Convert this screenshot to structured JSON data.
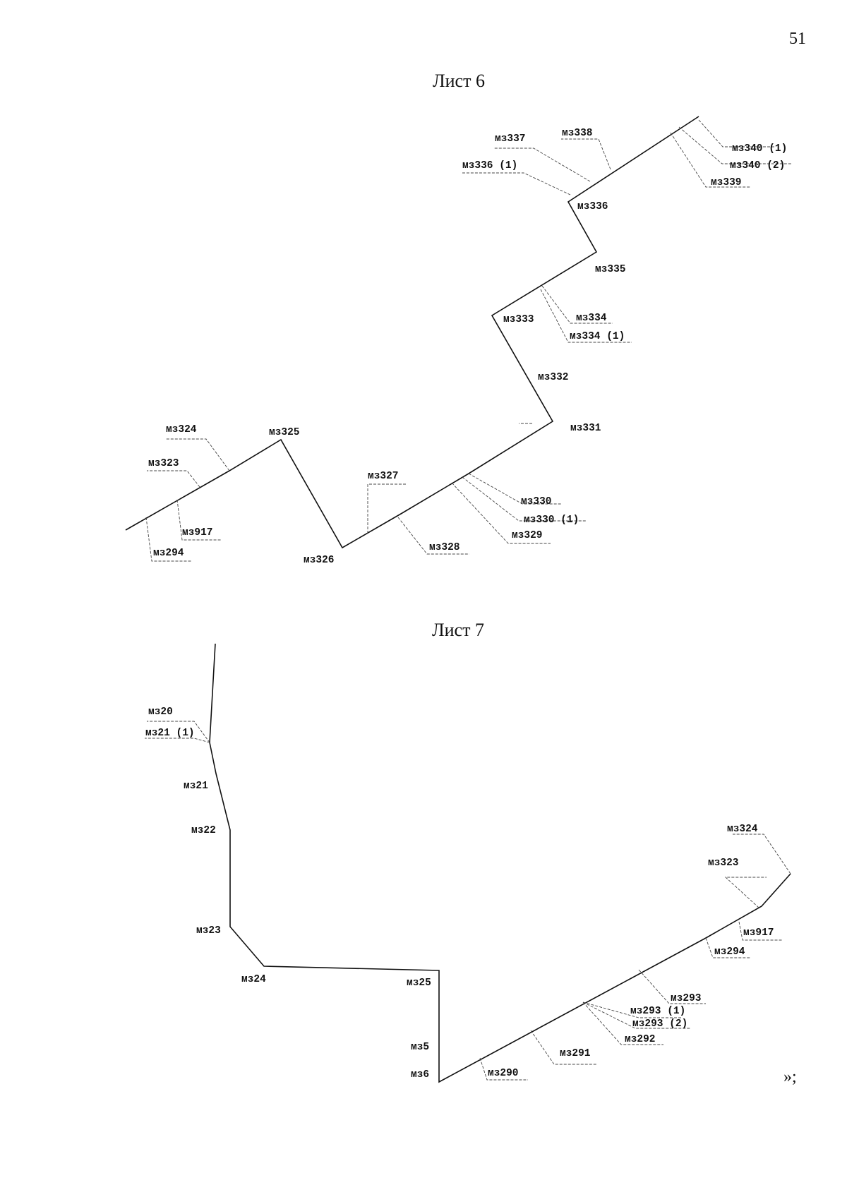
{
  "page_number": "51",
  "sheet6": {
    "title": "Лист 6",
    "labels": {
      "mz340_1": "мз340 (1)",
      "mz340_2": "мз340 (2)",
      "mz339": "мз339",
      "mz338": "мз338",
      "mz337": "мз337",
      "mz336_1": "мз336 (1)",
      "mz336": "мз336",
      "mz335": "мз335",
      "mz334": "мз334",
      "mz334_1": "мз334 (1)",
      "mz333": "мз333",
      "mz332": "мз332",
      "mz331": "мз331",
      "mz330": "мз330",
      "mz330_1": "мз330 (1)",
      "mz329": "мз329",
      "mz328": "мз328",
      "mz327": "мз327",
      "mz326": "мз326",
      "mz325": "мз325",
      "mz324": "мз324",
      "mz323": "мз323",
      "mz917": "мз917",
      "mz294": "мз294"
    }
  },
  "sheet7": {
    "title": "Лист 7",
    "labels": {
      "mz20": "мз20",
      "mz21_1": "мз21 (1)",
      "mz21": "мз21",
      "mz22": "мз22",
      "mz23": "мз23",
      "mz24": "мз24",
      "mz25": "мз25",
      "mz5": "мз5",
      "mz6": "мз6",
      "mz290": "мз290",
      "mz291": "мз291",
      "mz292": "мз292",
      "mz293": "мз293",
      "mz293_1": "мз293 (1)",
      "mz293_2": "мз293 (2)",
      "mz294": "мз294",
      "mz917": "мз917",
      "mz323": "мз323",
      "mz324": "мз324"
    }
  },
  "closing_mark": "»;"
}
